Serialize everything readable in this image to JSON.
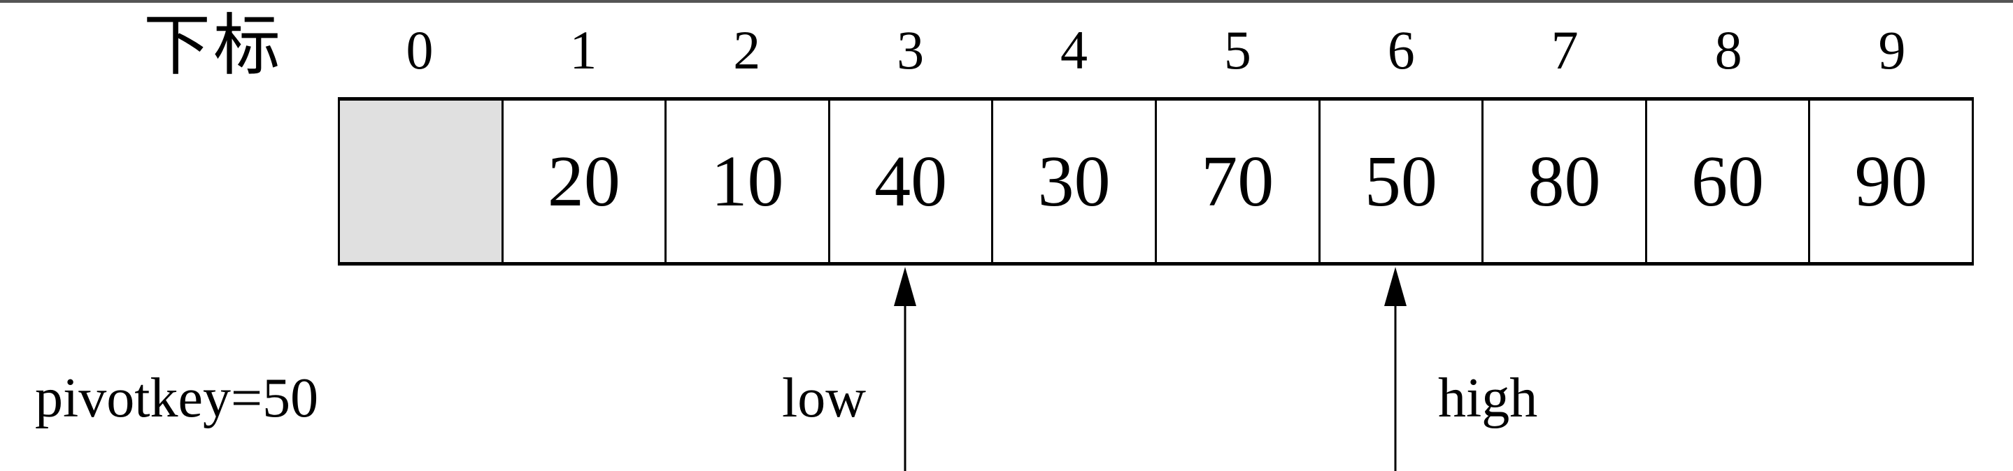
{
  "diagram": {
    "title_label": "下标",
    "indices": [
      "0",
      "1",
      "2",
      "3",
      "4",
      "5",
      "6",
      "7",
      "8",
      "9"
    ],
    "cells": [
      {
        "index": "0",
        "value": "",
        "shaded": true,
        "fill": "#e0e0e0"
      },
      {
        "index": "1",
        "value": "20"
      },
      {
        "index": "2",
        "value": "10"
      },
      {
        "index": "3",
        "value": "40"
      },
      {
        "index": "4",
        "value": "30"
      },
      {
        "index": "5",
        "value": "70"
      },
      {
        "index": "6",
        "value": "50"
      },
      {
        "index": "7",
        "value": "80"
      },
      {
        "index": "8",
        "value": "60"
      },
      {
        "index": "9",
        "value": "90"
      }
    ],
    "pointers": [
      {
        "label": "low",
        "target_index": 3
      },
      {
        "label": "high",
        "target_index": 6
      }
    ],
    "pivot_text": "pivotkey=50"
  }
}
